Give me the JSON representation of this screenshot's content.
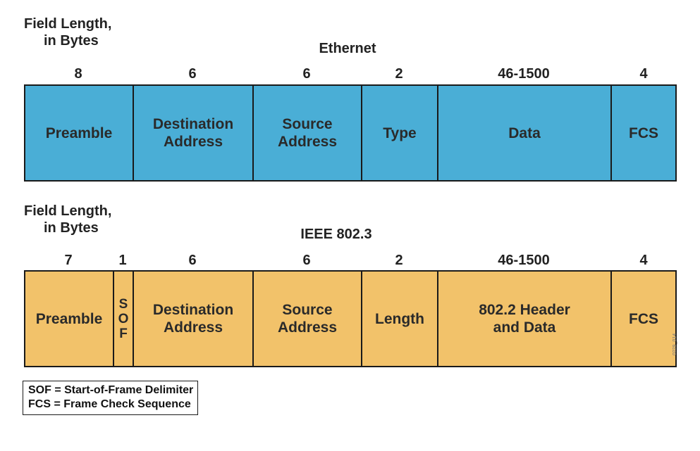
{
  "colors": {
    "ethernet_fill": "#4aaed6",
    "ieee_fill": "#f2c26a",
    "border": "#1a1a1a"
  },
  "ethernet": {
    "field_length_label": [
      "Field Length,",
      "in Bytes"
    ],
    "title": "Ethernet",
    "fields": [
      {
        "length": "8",
        "name": "Preamble"
      },
      {
        "length": "6",
        "name": "Destination\nAddress"
      },
      {
        "length": "6",
        "name": "Source\nAddress"
      },
      {
        "length": "2",
        "name": "Type"
      },
      {
        "length": "46-1500",
        "name": "Data"
      },
      {
        "length": "4",
        "name": "FCS"
      }
    ]
  },
  "ieee": {
    "field_length_label": [
      "Field Length,",
      "in Bytes"
    ],
    "title": "IEEE 802.3",
    "fields": [
      {
        "length": "7",
        "name": "Preamble"
      },
      {
        "length": "1",
        "name": "S\nO\nF"
      },
      {
        "length": "6",
        "name": "Destination\nAddress"
      },
      {
        "length": "6",
        "name": "Source\nAddress"
      },
      {
        "length": "2",
        "name": "Length"
      },
      {
        "length": "46-1500",
        "name": "802.2 Header\nand Data"
      },
      {
        "length": "4",
        "name": "FCS"
      }
    ]
  },
  "legend": [
    "SOF = Start-of-Frame Delimiter",
    "FCS = Frame Check Sequence"
  ],
  "figure_id": "0229_014"
}
